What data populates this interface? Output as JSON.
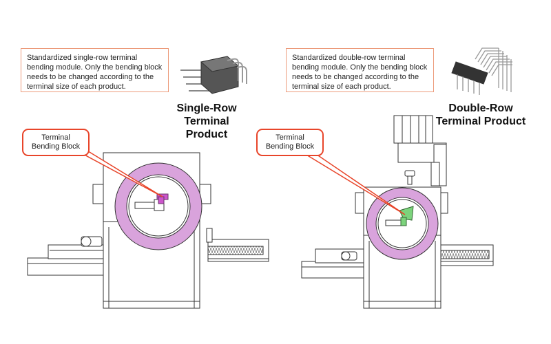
{
  "left": {
    "note": "Standardized single-row terminal bending module. Only the bending block needs to be changed according to the terminal size of each product.",
    "product_title_line1": "Single-Row",
    "product_title_line2": "Terminal Product",
    "callout_line1": "Terminal",
    "callout_line2": "Bending Block"
  },
  "right": {
    "note": "Standardized double-row terminal bending module. Only the bending block needs to be changed according to the terminal size of each product.",
    "product_title_line1": "Double-Row",
    "product_title_line2": "Terminal Product",
    "callout_line1": "Terminal",
    "callout_line2": "Bending Block"
  },
  "colors": {
    "note_border": "#ec9a7a",
    "callout_border": "#e8452a",
    "ring_fill": "#d9a3dc",
    "single_block": "#cc55cc",
    "double_block": "#7cd37c"
  }
}
